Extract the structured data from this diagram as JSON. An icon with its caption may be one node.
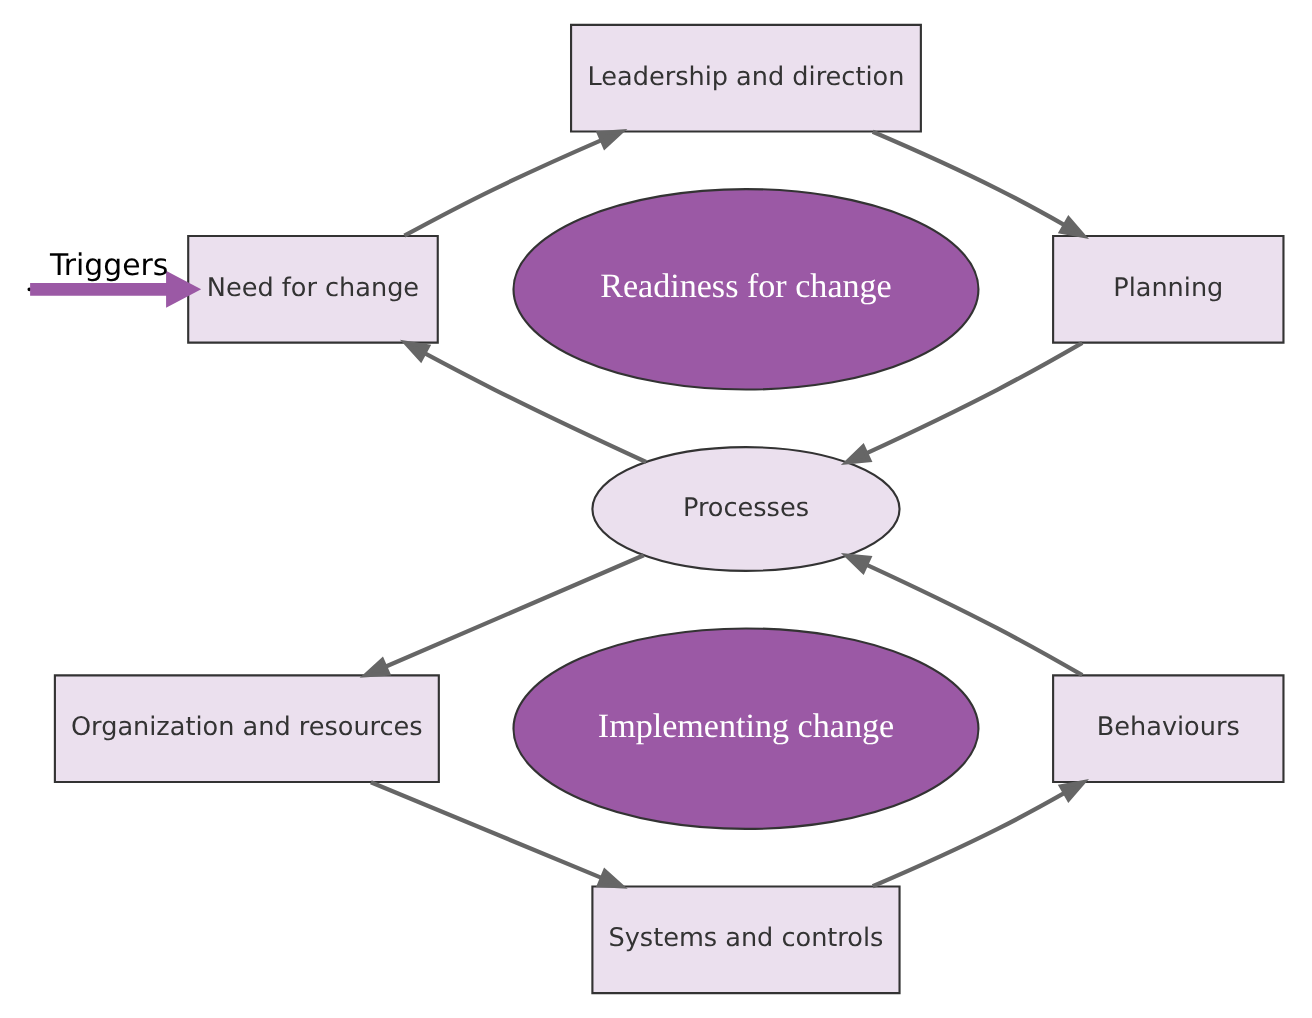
{
  "diagram": {
    "nodes": [
      {
        "text": [
          "Leadership and direction"
        ]
      },
      {
        "text": [
          "Need for change"
        ]
      },
      {
        "text": [
          "Readiness for change"
        ]
      },
      {
        "text": [
          "Planning"
        ]
      },
      {
        "text": [
          "Processes"
        ]
      },
      {
        "text": [
          "Organization and resources"
        ]
      },
      {
        "text": [
          "Implementing change"
        ]
      },
      {
        "text": [
          "Behaviours"
        ]
      },
      {
        "text": [
          "Systems and controls"
        ]
      }
    ],
    "edges": [
      {
        "from": null,
        "to": 1,
        "arrow": "to",
        "label": "Triggers",
        "style": "thick",
        "color": "#9b59a5"
      },
      {
        "from": 1,
        "to": 0,
        "arrow": "to"
      },
      {
        "from": 0,
        "to": 3,
        "arrow": "to"
      },
      {
        "from": 3,
        "to": 4,
        "arrow": "to"
      },
      {
        "from": 4,
        "to": 1,
        "arrow": "to"
      },
      {
        "from": 4,
        "to": 5,
        "arrow": "to"
      },
      {
        "from": 5,
        "to": 8,
        "arrow": "to"
      },
      {
        "from": 8,
        "to": 7,
        "arrow": "to"
      },
      {
        "from": 7,
        "to": 4,
        "arrow": "to"
      }
    ]
  }
}
